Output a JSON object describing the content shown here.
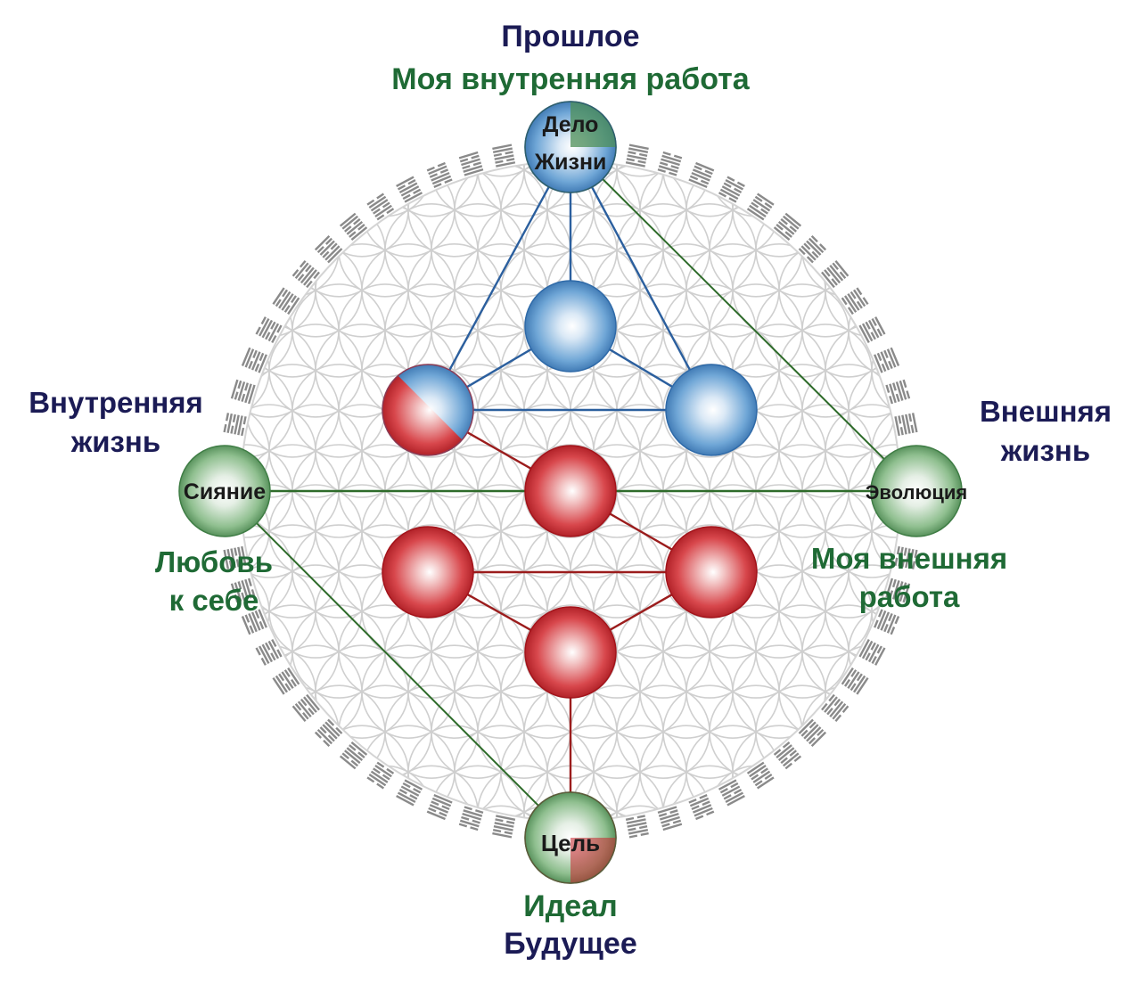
{
  "labels": {
    "top_past": "Прошлое",
    "top_inner_work": "Моя внутренняя работа",
    "left_inner_life_1": "Внутренняя",
    "left_inner_life_2": "жизнь",
    "left_self_love_1": "Любовь",
    "left_self_love_2": "к себе",
    "right_outer_life_1": "Внешняя",
    "right_outer_life_2": "жизнь",
    "right_outer_work_1": "Моя внешняя",
    "right_outer_work_2": "работа",
    "bottom_ideal": "Идеал",
    "bottom_future": "Будущее"
  },
  "nodes": {
    "top_1": "Дело",
    "top_2": "Жизни",
    "left": "Сияние",
    "right": "Эволюция",
    "bottom": "Цель"
  },
  "colors": {
    "navy_text": "#1b1b55",
    "green_text": "#1f6a35",
    "blue_sphere": "#4f8fc8",
    "red_sphere": "#c9232c",
    "green_sphere": "#3d8a4a",
    "blue_line": "#2b5f9e",
    "red_line": "#9b1c1c",
    "green_line": "#2e6b2a"
  }
}
